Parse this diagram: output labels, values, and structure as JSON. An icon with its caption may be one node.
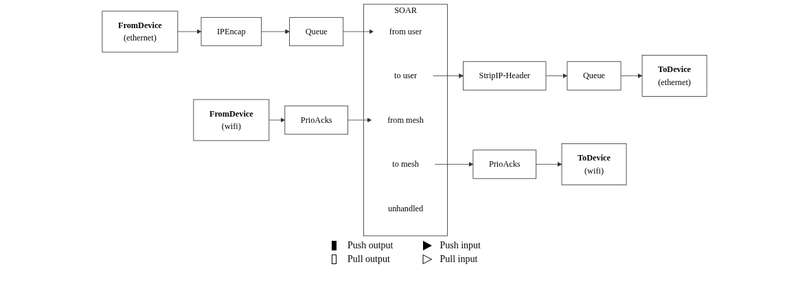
{
  "diagram": {
    "nodes": [
      {
        "text": [
          "FromDevice",
          "(ethernet)"
        ]
      },
      {
        "text": [
          "IPEncap"
        ]
      },
      {
        "text": [
          "Queue"
        ]
      },
      {
        "text": [
          "SOAR"
        ]
      },
      {
        "text": [
          "from user"
        ],
        "in": 3
      },
      {
        "text": [
          "to user"
        ],
        "in": 3
      },
      {
        "text": [
          "from mesh"
        ],
        "in": 3
      },
      {
        "text": [
          "to mesh"
        ],
        "in": 3
      },
      {
        "text": [
          "unhandled"
        ],
        "in": 3
      },
      {
        "text": [
          "StripIP-Header"
        ]
      },
      {
        "text": [
          "Queue"
        ]
      },
      {
        "text": [
          "ToDevice",
          "(ethernet)"
        ]
      },
      {
        "text": [
          "FromDevice",
          "(wifi)"
        ]
      },
      {
        "text": [
          "PrioAcks"
        ]
      },
      {
        "text": [
          "PrioAcks"
        ]
      },
      {
        "text": [
          "ToDevice",
          "(wifi)"
        ]
      }
    ],
    "edges": [
      {
        "from": 0,
        "to": 1,
        "arrow": "to"
      },
      {
        "from": 1,
        "to": 2,
        "arrow": "to"
      },
      {
        "from": 2,
        "to": 4,
        "arrow": "to"
      },
      {
        "from": 5,
        "to": 9,
        "arrow": "to"
      },
      {
        "from": 9,
        "to": 10,
        "arrow": "to"
      },
      {
        "from": 10,
        "to": 11,
        "arrow": "to"
      },
      {
        "from": 12,
        "to": 13,
        "arrow": "to"
      },
      {
        "from": 13,
        "to": 6,
        "arrow": "to"
      },
      {
        "from": 7,
        "to": 14,
        "arrow": "to"
      },
      {
        "from": 14,
        "to": 15,
        "arrow": "to"
      }
    ],
    "legend": [
      {
        "text": "Push output"
      },
      {
        "text": "Push input"
      },
      {
        "text": "Pull output"
      },
      {
        "text": "Pull input"
      }
    ]
  }
}
